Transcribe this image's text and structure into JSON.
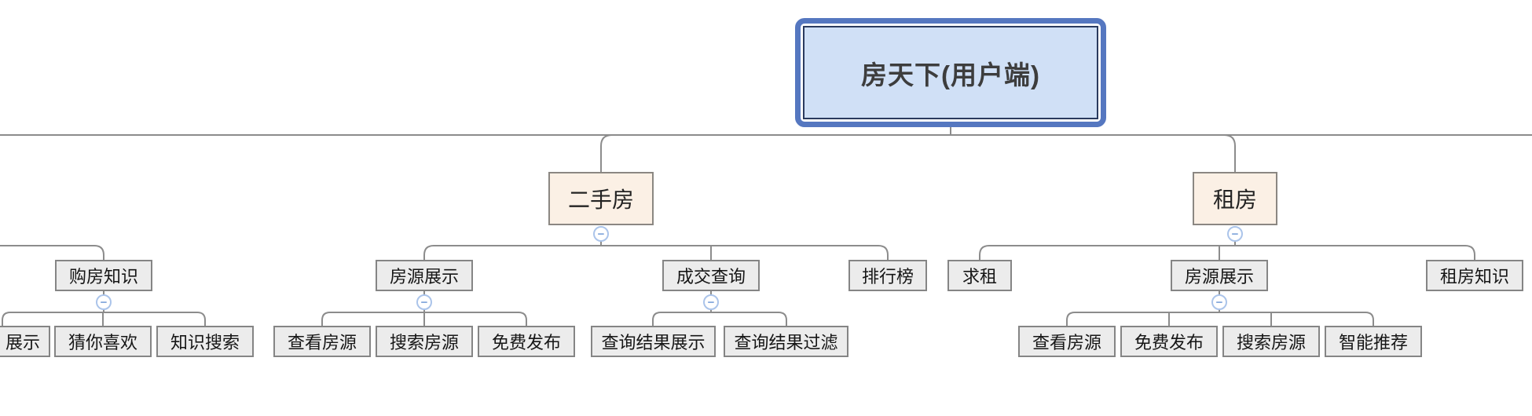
{
  "colors": {
    "background": "#ffffff",
    "connector_line": "#8c8c8c",
    "root_fill": "#d0e0f6",
    "root_outer_border": "#5577c0",
    "root_inner_border": "#2a3a5e",
    "root_text": "#3d3d3d",
    "branch_fill": "#fbf0e5",
    "branch_border": "#8b8782",
    "topic_fill": "#ececec",
    "topic_border": "#858585",
    "topic_text": "#161616",
    "collapse_border": "#abc4ea",
    "collapse_glyph_color": "#7ea3da"
  },
  "collapse_icon": {
    "glyph": "−"
  },
  "nodes": {
    "root": {
      "label": "房天下(用户端)"
    },
    "purchase_knowledge": {
      "label": "购房知识"
    },
    "pk_display_partial": {
      "label": "展示"
    },
    "pk_guess_you_like": {
      "label": "猜你喜欢"
    },
    "pk_knowledge_search": {
      "label": "知识搜索"
    },
    "second_hand": {
      "label": "二手房"
    },
    "sh_listing_display": {
      "label": "房源展示"
    },
    "sh_view_listings": {
      "label": "查看房源"
    },
    "sh_search_listings": {
      "label": "搜索房源"
    },
    "sh_free_publish": {
      "label": "免费发布"
    },
    "sh_deal_query": {
      "label": "成交查询"
    },
    "sh_query_result_display": {
      "label": "查询结果展示"
    },
    "sh_query_result_filter": {
      "label": "查询结果过滤"
    },
    "sh_ranking": {
      "label": "排行榜"
    },
    "rent": {
      "label": "租房"
    },
    "rent_seek": {
      "label": "求租"
    },
    "rent_listing_display": {
      "label": "房源展示"
    },
    "rent_view_listings": {
      "label": "查看房源"
    },
    "rent_free_publish": {
      "label": "免费发布"
    },
    "rent_search_listings": {
      "label": "搜索房源"
    },
    "rent_smart_recommend": {
      "label": "智能推荐"
    },
    "rent_knowledge": {
      "label": "租房知识"
    }
  }
}
